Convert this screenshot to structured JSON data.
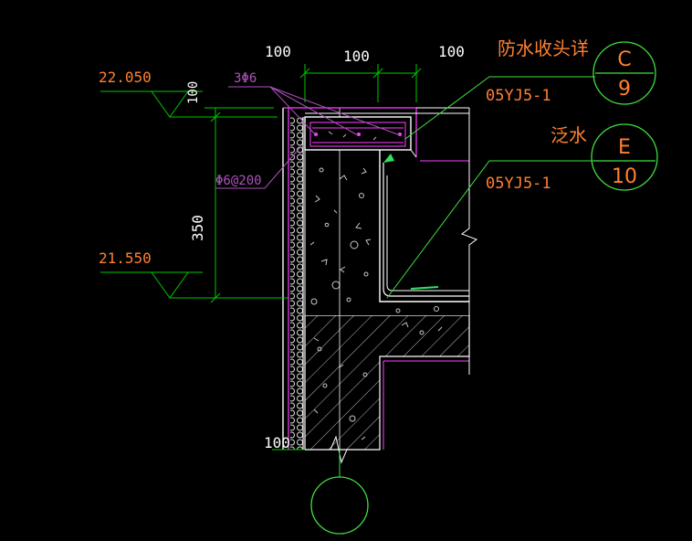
{
  "colors": {
    "background": "#000000",
    "dimension": "#00c800",
    "wall": "#ffffff",
    "pink": "#ff40ff",
    "label_orange": "#ff8030",
    "leader_violet": "#b050c0",
    "bubble_green": "#40e040",
    "hatch": "#c0c0c0",
    "flashing_green": "#30e060"
  },
  "dimensions": {
    "top_left": "100",
    "top_mid": "100",
    "top_right": "100",
    "vertical_top": "100",
    "vertical_main": "350",
    "bottom": "100"
  },
  "elevations": {
    "upper": "22.050",
    "lower": "21.550"
  },
  "rebar": {
    "bars": "3Φ6",
    "stirrups": "Φ6@200"
  },
  "callouts": [
    {
      "title": "防水收头详",
      "ref": "05YJ5-1",
      "letter": "C",
      "number": "9"
    },
    {
      "title": "泛水",
      "ref": "05YJ5-1",
      "letter": "E",
      "number": "10"
    }
  ],
  "axis_bubble": {
    "label": ""
  }
}
